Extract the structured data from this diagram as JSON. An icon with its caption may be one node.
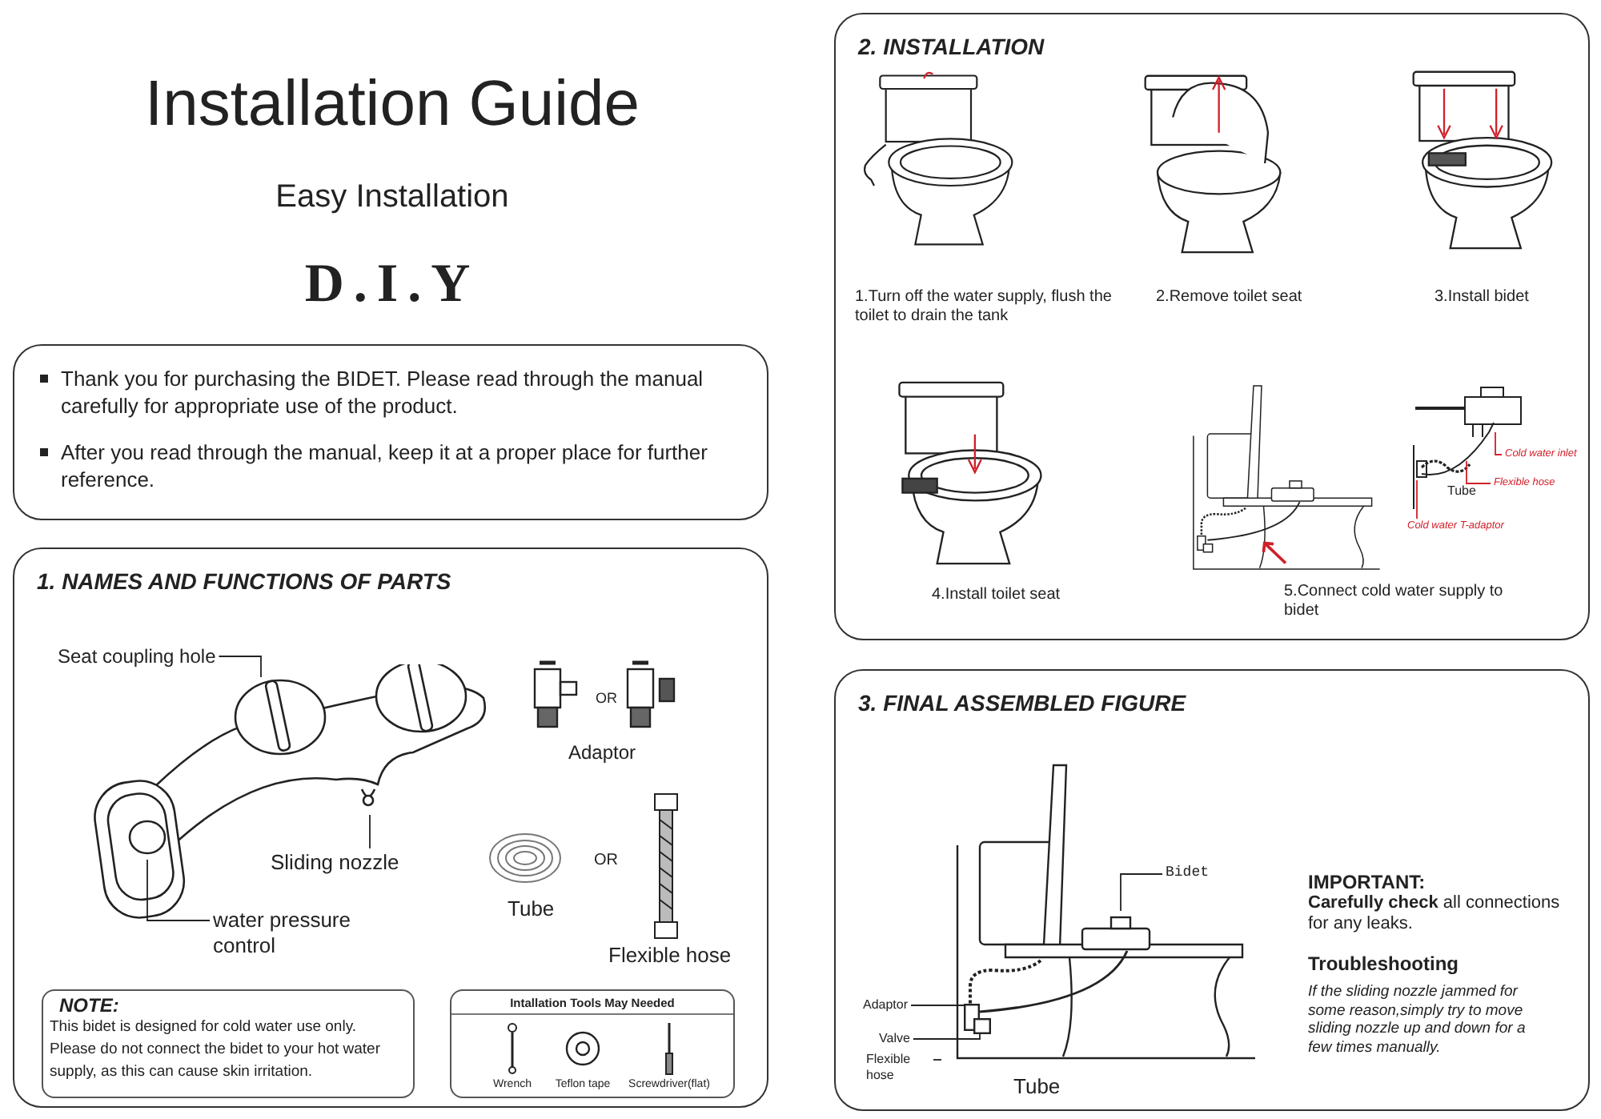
{
  "diagram": {
    "title": "Installation Guide",
    "nodes": [
      {
        "text": [
          "Thank you for purchasing the BIDET. Please read through the manual carefully for appropriate use of the product.",
          "After you read through the manual, keep it at a proper place for further reference."
        ]
      },
      {
        "text": [
          "1. NAMES AND FUNCTIONS OF PARTS"
        ]
      },
      {
        "text": [
          "Seat coupling hole"
        ],
        "in": 1
      },
      {
        "text": [
          "Sliding nozzle"
        ],
        "in": 1
      },
      {
        "text": [
          "water pressure control"
        ],
        "in": 1
      },
      {
        "text": [
          "NOTE:",
          "This bidet is designed for cold water use only. Please do not connect the bidet to your hot water supply, as this can cause skin irritation."
        ],
        "in": 1
      },
      {
        "text": [
          "Intallation Tools May Needed",
          "Wrench",
          "Teflon tape",
          "Screwdriver(flat)"
        ],
        "in": 1
      },
      {
        "text": [
          "2. INSTALLATION"
        ]
      },
      {
        "text": [
          "Cold water inlet"
        ],
        "in": 7
      },
      {
        "text": [
          "Flexible hose"
        ],
        "in": 7
      },
      {
        "text": [
          "Cold water T-adaptor"
        ],
        "in": 7
      },
      {
        "text": [
          "3. FINAL ASSEMBLED FIGURE"
        ]
      },
      {
        "text": [
          "Bidet"
        ],
        "in": 11
      },
      {
        "text": [
          "Adaptor"
        ],
        "in": 11
      },
      {
        "text": [
          "Valve"
        ],
        "in": 11
      },
      {
        "text": [
          "Flexible hose"
        ],
        "in": 11
      },
      {
        "text": [],
        "shape": "box",
        "in": 11
      },
      {
        "text": [],
        "shape": "box",
        "in": 11
      }
    ],
    "edges": [
      {
        "from": 2,
        "to": null,
        "arrow": "none"
      },
      {
        "from": 3,
        "to": null,
        "arrow": "none"
      },
      {
        "from": 4,
        "to": null,
        "arrow": "none"
      },
      {
        "from": 8,
        "to": null,
        "arrow": "none",
        "color": "#d0202a"
      },
      {
        "from": 9,
        "to": null,
        "arrow": "none",
        "color": "#d0202a"
      },
      {
        "from": 10,
        "to": null,
        "arrow": "none",
        "color": "#d0202a"
      },
      {
        "from": 12,
        "to": null,
        "arrow": "none"
      },
      {
        "from": 13,
        "to": 16,
        "arrow": "none"
      },
      {
        "from": 14,
        "to": 17,
        "arrow": "none"
      },
      {
        "from": 15,
        "to": null,
        "arrow": "none"
      }
    ],
    "labels": [
      "Easy Installation",
      "D.I.Y",
      "Adaptor",
      "OR",
      "OR",
      "Tube",
      "Flexible hose",
      "1.Turn off the water supply, flush the toilet to drain the tank",
      "2.Remove toilet seat",
      "3.Install bidet",
      "4.Install toilet seat",
      "Tube",
      "5.Connect cold water supply to bidet",
      "Tube",
      "IMPORTANT:",
      "**Carefully check** all connections for any leaks.",
      "Troubleshooting",
      "If the sliding nozzle jammed for some reason,simply try to move sliding nozzle up and down for a few times manually."
    ]
  }
}
